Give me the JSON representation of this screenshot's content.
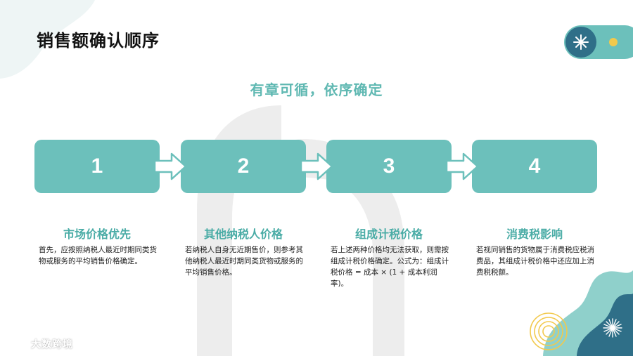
{
  "title": "销售额确认顺序",
  "subtitle": "有章可循，依序确定",
  "steps": [
    {
      "number": "1",
      "heading": "市场价格优先",
      "desc": "首先，应按照纳税人最近时期同类货物或服务的平均销售价格确定。"
    },
    {
      "number": "2",
      "heading": "其他纳税人价格",
      "desc": "若纳税人自身无近期售价，则参考其他纳税人最近时期同类货物或服务的平均销售价格。"
    },
    {
      "number": "3",
      "heading": "组成计税价格",
      "desc": "若上述两种价格均无法获取，则需按组成计税价格确定。公式为：组成计税价格 = 成本 × (1 + 成本利润率)。"
    },
    {
      "number": "4",
      "heading": "消费税影响",
      "desc": "若视同销售的货物属于消费税应税消费品，其组成计税价格中还应加上消费税税额。"
    }
  ],
  "watermark": "大数跨境",
  "colors": {
    "accent": "#6cc0bb",
    "heading": "#4aaca6",
    "dark_teal": "#2f6f88",
    "yellow": "#f2c94c"
  },
  "icons": [
    "asterisk-icon",
    "sparkle-icon",
    "arrow-right-icon",
    "watermark-logo-icon"
  ]
}
